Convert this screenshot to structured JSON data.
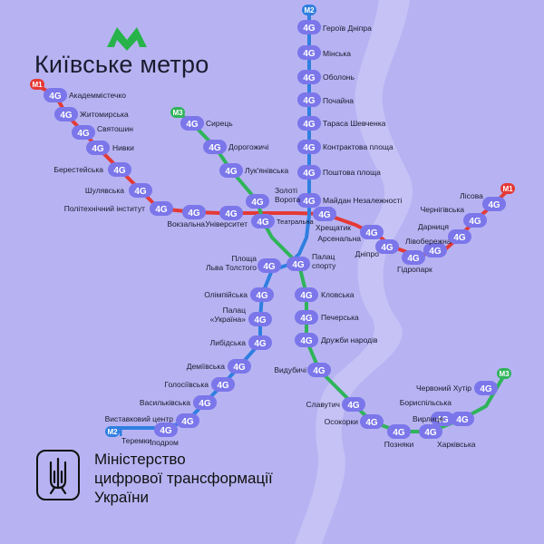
{
  "title": "Київське метро",
  "ministry": {
    "lines": [
      "Міністерство",
      "цифрової трансформації",
      "України"
    ]
  },
  "badge_text": "4G",
  "colors": {
    "background": "#b7b3f2",
    "river": "#c6c2f6",
    "red_line": "#e53935",
    "blue_line": "#2f7fe0",
    "green_line": "#2fb45a",
    "badge": "#7b76ea",
    "logo": "#27b34a",
    "text": "#1b1a2e"
  },
  "line_tags": [
    {
      "id": "m1-west",
      "label": "M1",
      "color": "#e53935"
    },
    {
      "id": "m1-east",
      "label": "M1",
      "color": "#e53935"
    },
    {
      "id": "m2-north",
      "label": "M2",
      "color": "#2f7fe0"
    },
    {
      "id": "m2-south",
      "label": "M2",
      "color": "#2f7fe0"
    },
    {
      "id": "m3-north",
      "label": "M3",
      "color": "#2fb45a"
    },
    {
      "id": "m3-east",
      "label": "M3",
      "color": "#2fb45a"
    }
  ],
  "stations": [
    {
      "id": "akademmistechko",
      "label": "Академмістечко"
    },
    {
      "id": "zhytomyrska",
      "label": "Житомирська"
    },
    {
      "id": "sviatoshyn",
      "label": "Святошин"
    },
    {
      "id": "nyvky",
      "label": "Нивки"
    },
    {
      "id": "beresteiska",
      "label": "Берестейська"
    },
    {
      "id": "shuliavska",
      "label": "Шулявська"
    },
    {
      "id": "politekhnichnyi",
      "label": "Політехнічний інститут"
    },
    {
      "id": "vokzalna",
      "label": "Вокзальна"
    },
    {
      "id": "universytet",
      "label": "Університет"
    },
    {
      "id": "teatralna",
      "label": "Театральна"
    },
    {
      "id": "khreshchatyk",
      "label": "Хрещатик"
    },
    {
      "id": "arsenalna",
      "label": "Арсенальна"
    },
    {
      "id": "dnipro",
      "label": "Дніпро"
    },
    {
      "id": "hidropark",
      "label": "Гідропарк"
    },
    {
      "id": "livoberezhna",
      "label": "Лівобережна"
    },
    {
      "id": "darnytsia",
      "label": "Дарниця"
    },
    {
      "id": "chernihivska",
      "label": "Чернігівська"
    },
    {
      "id": "lisova",
      "label": "Лісова"
    },
    {
      "id": "heroiv-dnipra",
      "label": "Героїв Дніпра"
    },
    {
      "id": "minska",
      "label": "Мінська"
    },
    {
      "id": "obolon",
      "label": "Оболонь"
    },
    {
      "id": "pochaina",
      "label": "Почайна"
    },
    {
      "id": "tarasa-shevchenka",
      "label": "Тараса Шевченка"
    },
    {
      "id": "kontraktova",
      "label": "Контрактова площа"
    },
    {
      "id": "poshtova",
      "label": "Поштова площа"
    },
    {
      "id": "maidan",
      "label": "Майдан Незалежності"
    },
    {
      "id": "ploshcha-tolstoho",
      "label": "Площа\nЛьва Толстого"
    },
    {
      "id": "olimpiiska",
      "label": "Олімпійська"
    },
    {
      "id": "palats-ukraina",
      "label": "Палац\n«Україна»"
    },
    {
      "id": "lybidska",
      "label": "Либідська"
    },
    {
      "id": "demiivska",
      "label": "Деміївська"
    },
    {
      "id": "holosiivska",
      "label": "Голосіївська"
    },
    {
      "id": "vasylkivska",
      "label": "Васильківська"
    },
    {
      "id": "vystavkovyi",
      "label": "Виставковий центр"
    },
    {
      "id": "ipodrom",
      "label": "Іподром"
    },
    {
      "id": "teremky",
      "label": "Теремки"
    },
    {
      "id": "syrets",
      "label": "Сирець"
    },
    {
      "id": "dorohozhychi",
      "label": "Дорогожичі"
    },
    {
      "id": "lukianivska",
      "label": "Лук'янівська"
    },
    {
      "id": "zoloti-vorota",
      "label": "Золоті\nВорота"
    },
    {
      "id": "palats-sportu",
      "label": "Палац\nспорту"
    },
    {
      "id": "klovska",
      "label": "Кловська"
    },
    {
      "id": "pecherska",
      "label": "Печерська"
    },
    {
      "id": "druzhby-narodiv",
      "label": "Дружби народів"
    },
    {
      "id": "vydubychi",
      "label": "Видубичі"
    },
    {
      "id": "slavutych",
      "label": "Славутич"
    },
    {
      "id": "osokorky",
      "label": "Осокорки"
    },
    {
      "id": "pozniaky",
      "label": "Позняки"
    },
    {
      "id": "kharkivska",
      "label": "Харківська"
    },
    {
      "id": "vyrlytsia",
      "label": "Вирлиця"
    },
    {
      "id": "boryspilska",
      "label": "Бориспільська"
    },
    {
      "id": "chervonyi-khutir",
      "label": "Червоний Хутір"
    }
  ]
}
